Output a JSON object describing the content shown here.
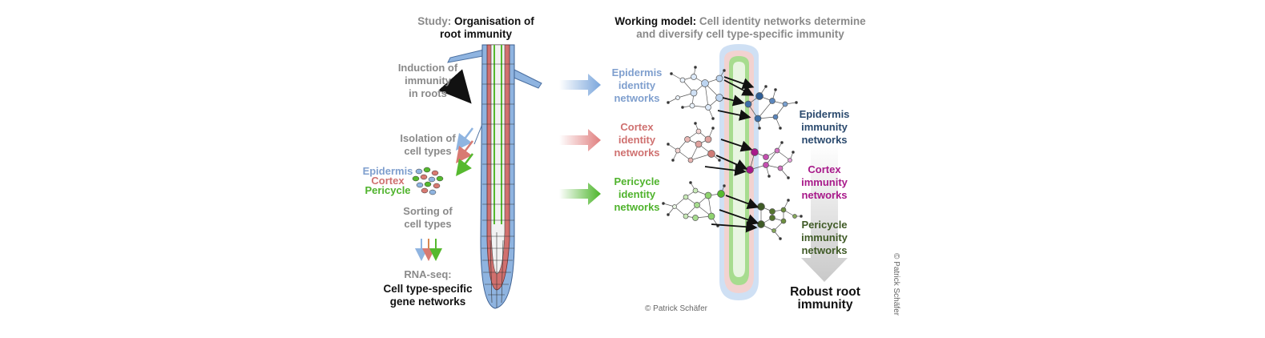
{
  "study": {
    "prefix": "Study:",
    "title_line1": "Organisation of",
    "title_line2": "root immunity"
  },
  "steps": {
    "induction": [
      "Induction of",
      "immunity",
      "in roots"
    ],
    "isolation": [
      "Isolation of",
      "cell types"
    ],
    "sorting": [
      "Sorting of",
      "cell types"
    ],
    "rnaseq_label": "RNA-seq:",
    "rnaseq_result": [
      "Cell type-specific",
      "gene networks"
    ]
  },
  "cell_types": {
    "epidermis": "Epidermis",
    "cortex": "Cortex",
    "pericycle": "Pericycle"
  },
  "model": {
    "prefix": "Working model:",
    "title_line1": "Cell identity networks determine",
    "title_line2": "and diversify cell type-specific immunity"
  },
  "identity_networks": {
    "epidermis": [
      "Epidermis",
      "identity",
      "networks"
    ],
    "cortex": [
      "Cortex",
      "identity",
      "networks"
    ],
    "pericycle": [
      "Pericycle",
      "identity",
      "networks"
    ]
  },
  "immunity_networks": {
    "epidermis": [
      "Epidermis",
      "immunity",
      "networks"
    ],
    "cortex": [
      "Cortex",
      "immunity",
      "networks"
    ],
    "pericycle": [
      "Pericycle",
      "immunity",
      "networks"
    ]
  },
  "outcome": [
    "Robust root",
    "immunity"
  ],
  "credit": "© Patrick Schäfer",
  "colors": {
    "epidermis": "#8fb4e0",
    "cortex": "#cf7170",
    "pericycle": "#56b92f",
    "text_gray": "#8a8a8a"
  }
}
